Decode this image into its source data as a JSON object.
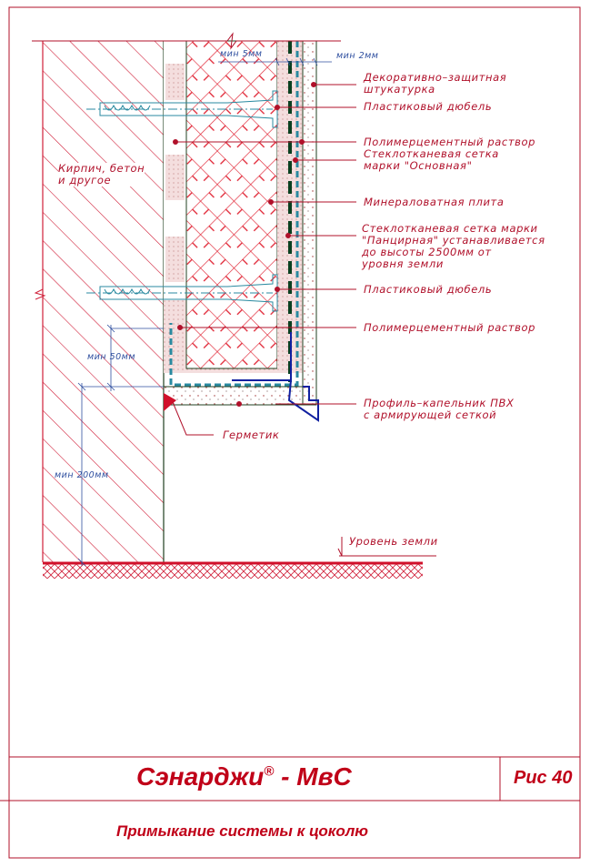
{
  "labels": {
    "plaster": "Декоративно–защитная\nштукатурка",
    "dowel_top": "Пластиковый дюбель",
    "mortar_top": "Полимерцементный раствор",
    "mesh_main": "Стеклотканевая сетка\nмарки \"Основная\"",
    "wool": "Минераловатная плита",
    "mesh_armor": "Стеклотканевая сетка марки\n\"Панцирная\" устанавливается\nдо высоты 2500мм от\nуровня земли",
    "dowel_bottom": "Пластиковый дюбель",
    "mortar_bottom": "Полимерцементный раствор",
    "profile": "Профиль–капельник ПВХ\nс армирующей сеткой",
    "sealant": "Герметик",
    "wall": "Кирпич, бетон\nи другое",
    "ground": "Уровень земли"
  },
  "dimensions": {
    "min5": "мин 5мм",
    "min2": "мин 2мм",
    "min50": "мин 50мм",
    "min200": "мин 200мм"
  },
  "title_block": {
    "brand": "Сэнарджи",
    "reg": "®",
    "suffix": " - МвС",
    "figure": "Рис 40",
    "caption": "Примыкание системы к цоколю"
  },
  "colors": {
    "line": "#b0102a",
    "dim": "#3050a0",
    "mesh": "#2a8aa0",
    "profile": "#1020a0"
  }
}
